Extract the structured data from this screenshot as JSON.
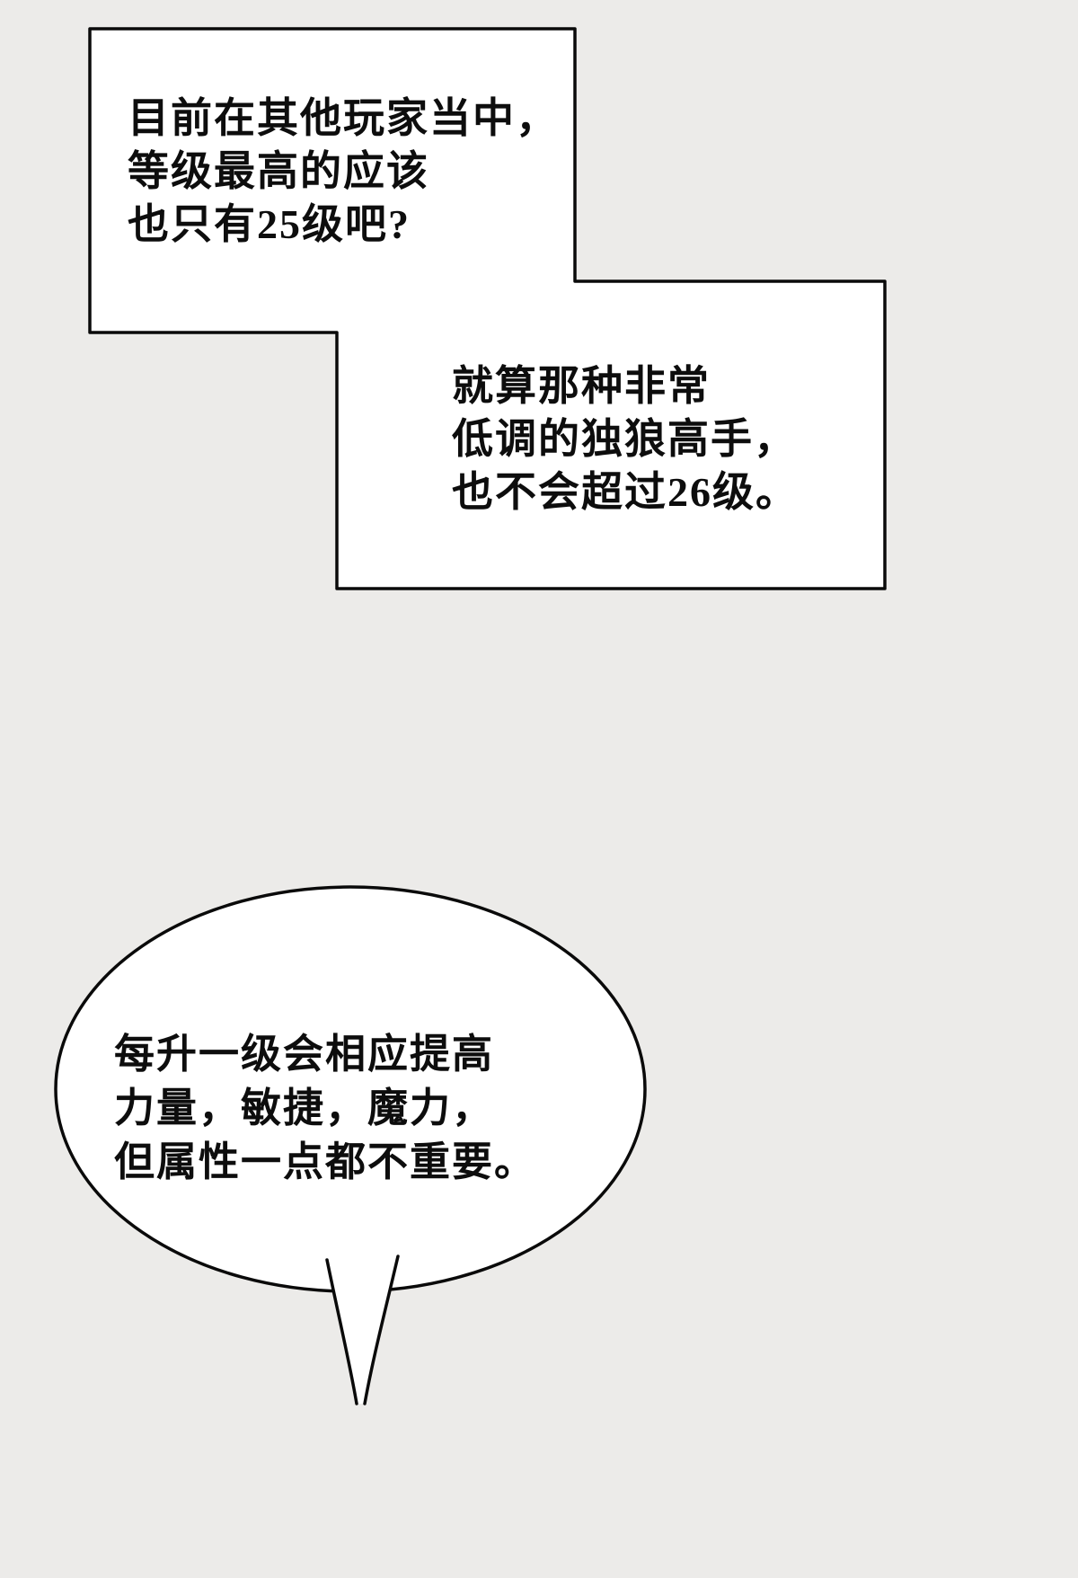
{
  "page": {
    "background_color": "#ecebe9",
    "bubble_fill_color": "#ffffff",
    "bubble_outline_color": "#0a0a0a",
    "text_color": "#0d0d0d"
  },
  "bubbles": [
    {
      "id": "bubble-top-stepped",
      "shape": "stepped-rectangle",
      "text": "目前在其他玩家当中，\n等级最高的应该\n也只有25级吧?"
    },
    {
      "id": "bubble-middle-stepped",
      "shape": "stepped-rectangle",
      "text": "就算那种非常\n低调的独狼高手，\n也不会超过26级。"
    },
    {
      "id": "bubble-bottom-oval",
      "shape": "ellipse-with-tail",
      "text": "每升一级会相应提高\n力量，敏捷，魔力，\n但属性一点都不重要。"
    }
  ]
}
